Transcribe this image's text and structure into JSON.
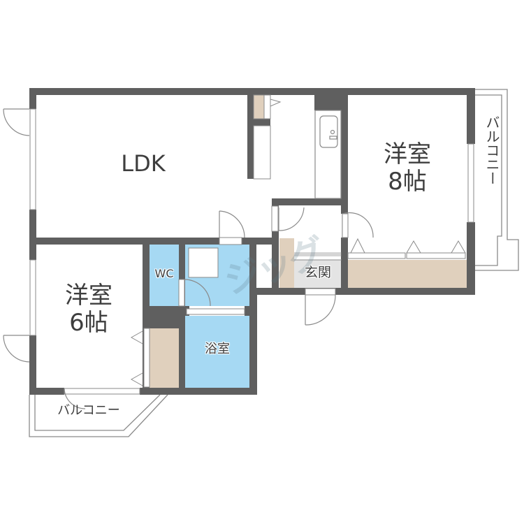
{
  "floorplan": {
    "colors": {
      "wall": "#5f5f5f",
      "wet_area": "#a6d9f3",
      "storage": "#e0d0bd",
      "entrance": "#e4e4e4",
      "line": "#888888",
      "text": "#3e3e3e"
    },
    "rooms": {
      "ldk": {
        "label": "LDK"
      },
      "western_8": {
        "label": "洋室\n8帖"
      },
      "western_6": {
        "label": "洋室\n6帖"
      },
      "wc": {
        "label": "WC"
      },
      "bath": {
        "label": "浴室"
      },
      "entrance": {
        "label": "玄関"
      },
      "balcony_right": {
        "label": "バルコニー"
      },
      "balcony_bottom": {
        "label": "バルコニー"
      }
    },
    "watermark": {
      "text": "ジッグ"
    }
  }
}
